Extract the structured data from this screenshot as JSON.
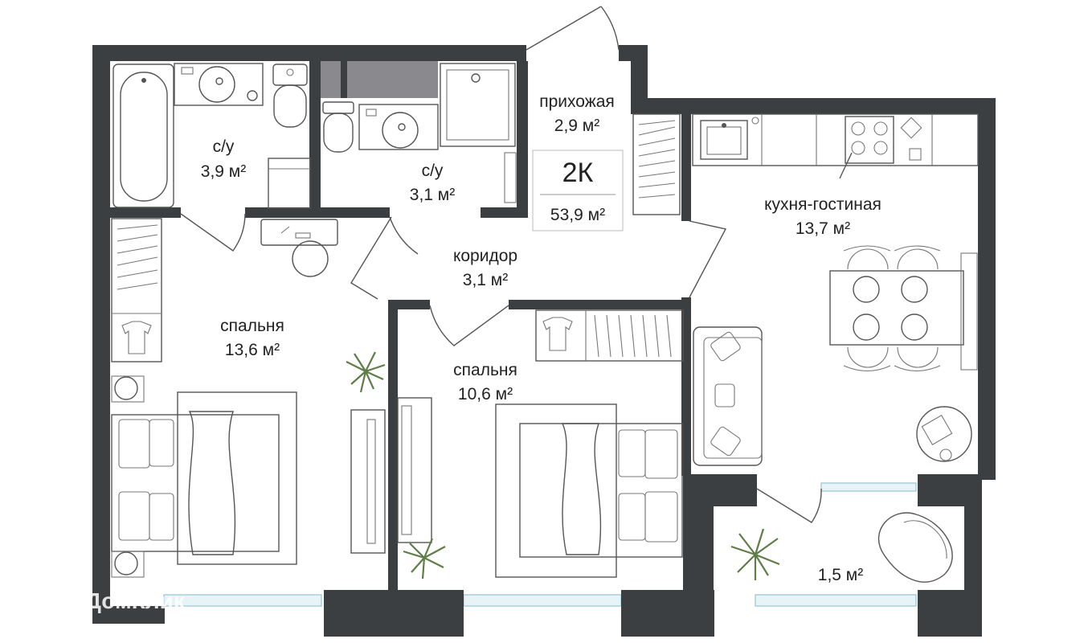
{
  "apartment": {
    "type": "2К",
    "total_area": "53,9 м²"
  },
  "rooms": [
    {
      "name": "прихожая",
      "area": "2,9 м²"
    },
    {
      "name": "с/у",
      "area": "3,9 м²"
    },
    {
      "name": "с/у",
      "area": "3,1 м²"
    },
    {
      "name": "кухня-гостиная",
      "area": "13,7 м²"
    },
    {
      "name": "коридор",
      "area": "3,1 м²"
    },
    {
      "name": "спальня",
      "area": "13,6 м²"
    },
    {
      "name": "спальня",
      "area": "10,6 м²"
    },
    {
      "name": "",
      "area": "1,5 м²"
    }
  ],
  "watermark": "ДомКлик",
  "colors": {
    "wall": "#3c3f41",
    "window": "#bfe0ea",
    "furniture_stroke": "#555555",
    "plant": "#6e8f55"
  }
}
